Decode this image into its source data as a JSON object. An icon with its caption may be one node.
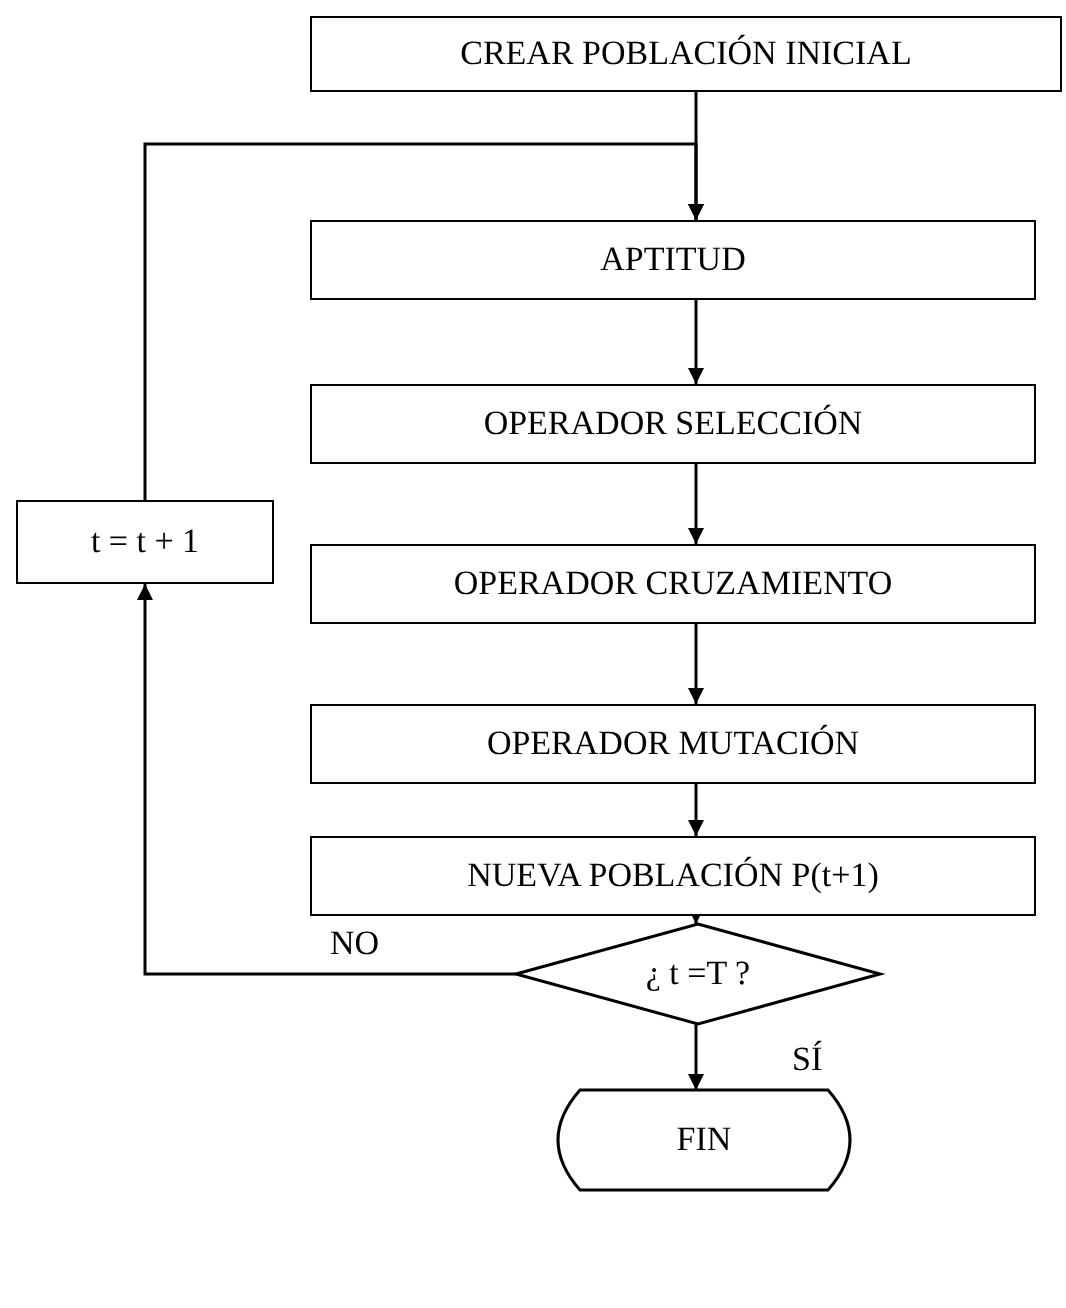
{
  "diagram": {
    "nodes": [
      {
        "text": [
          "CREAR POBLACIÓN INICIAL"
        ]
      },
      {
        "text": [
          "APTITUD"
        ]
      },
      {
        "text": [
          "OPERADOR SELECCIÓN"
        ]
      },
      {
        "text": [
          "OPERADOR CRUZAMIENTO"
        ]
      },
      {
        "text": [
          "OPERADOR MUTACIÓN"
        ]
      },
      {
        "text": [
          "NUEVA POBLACIÓN P(t+1)"
        ]
      },
      {
        "text": [
          "¿ t =T ?"
        ]
      },
      {
        "text": [
          "FIN"
        ]
      },
      {
        "text": [
          "t = t + 1"
        ]
      }
    ],
    "edges": [
      {
        "from": 0,
        "to": 1,
        "arrow": "to"
      },
      {
        "from": 1,
        "to": 2,
        "arrow": "to"
      },
      {
        "from": 2,
        "to": 3,
        "arrow": "to"
      },
      {
        "from": 3,
        "to": 4,
        "arrow": "to"
      },
      {
        "from": 4,
        "to": 5,
        "arrow": "to"
      },
      {
        "from": 5,
        "to": 6,
        "arrow": "to"
      },
      {
        "from": 6,
        "to": 7,
        "arrow": "to",
        "label": "SÍ"
      },
      {
        "from": 6,
        "to": 8,
        "arrow": "to",
        "label": "NO"
      },
      {
        "from": 8,
        "to": 1,
        "arrow": "to"
      }
    ]
  }
}
